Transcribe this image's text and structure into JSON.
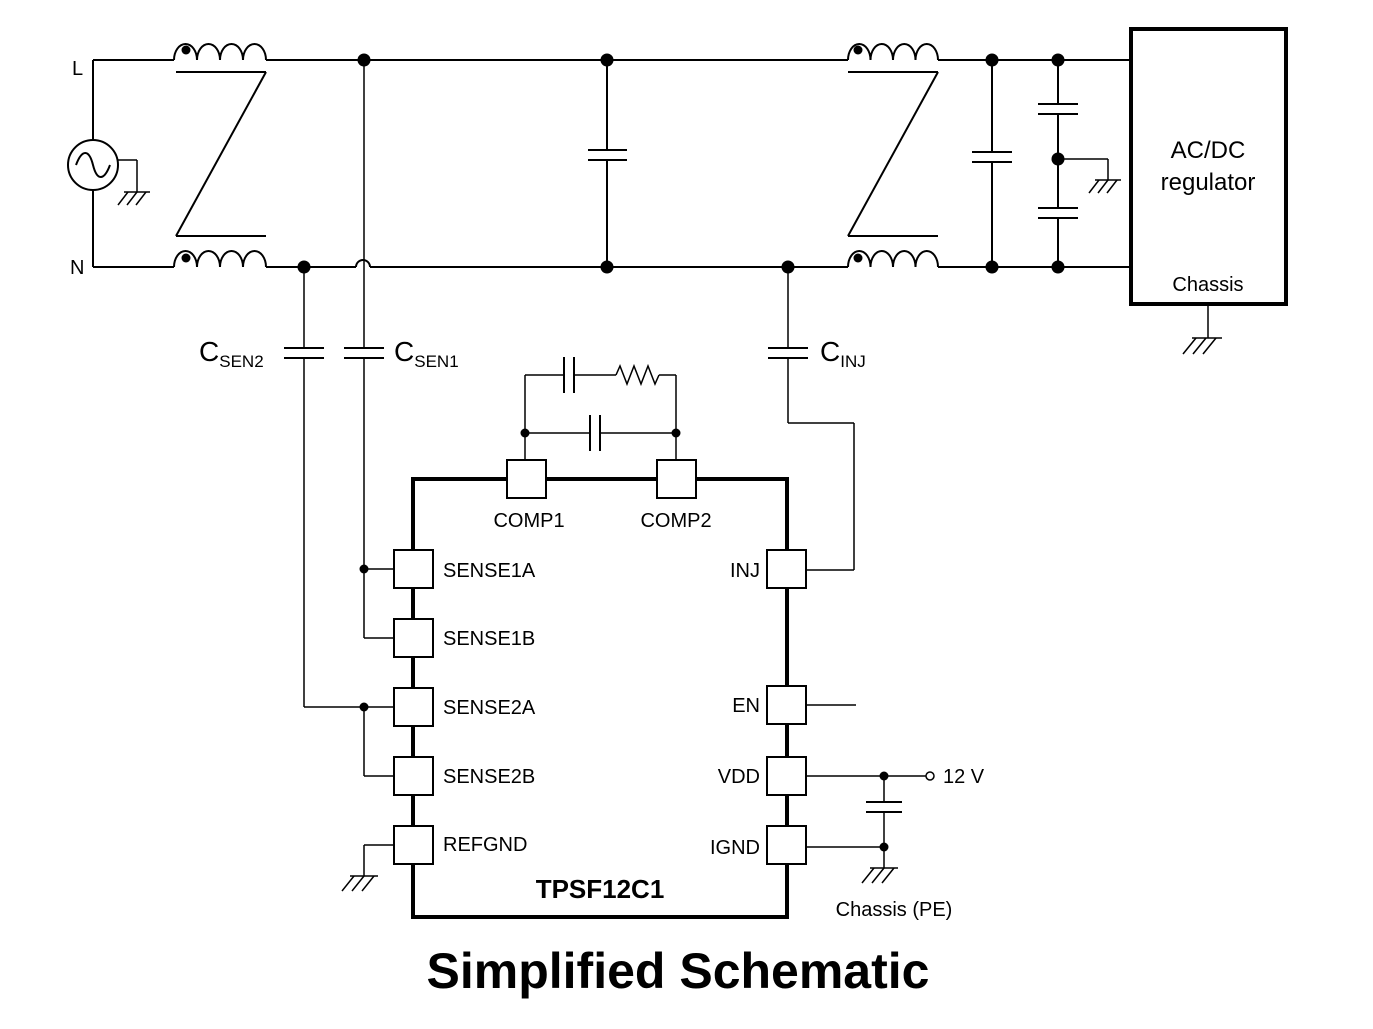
{
  "title": "Simplified Schematic",
  "chip": {
    "name": "TPSF12C1"
  },
  "lines": {
    "l": "L",
    "n": "N"
  },
  "regulator": {
    "line1": "AC/DC",
    "line2": "regulator",
    "chassis": "Chassis"
  },
  "capacitors": {
    "csen2": {
      "main": "C",
      "sub": "SEN2"
    },
    "csen1": {
      "main": "C",
      "sub": "SEN1"
    },
    "cinj": {
      "main": "C",
      "sub": "INJ"
    }
  },
  "pins": {
    "comp1": "COMP1",
    "comp2": "COMP2",
    "sense1a": "SENSE1A",
    "sense1b": "SENSE1B",
    "sense2a": "SENSE2A",
    "sense2b": "SENSE2B",
    "refgnd": "REFGND",
    "inj": "INJ",
    "en": "EN",
    "vdd": "VDD",
    "ignd": "IGND"
  },
  "supply": {
    "label": "12 V"
  },
  "chassis_pe": "Chassis (PE)",
  "icons": [
    "ac-source-icon",
    "ground-icon",
    "inductor-icon",
    "capacitor-icon",
    "resistor-icon"
  ]
}
